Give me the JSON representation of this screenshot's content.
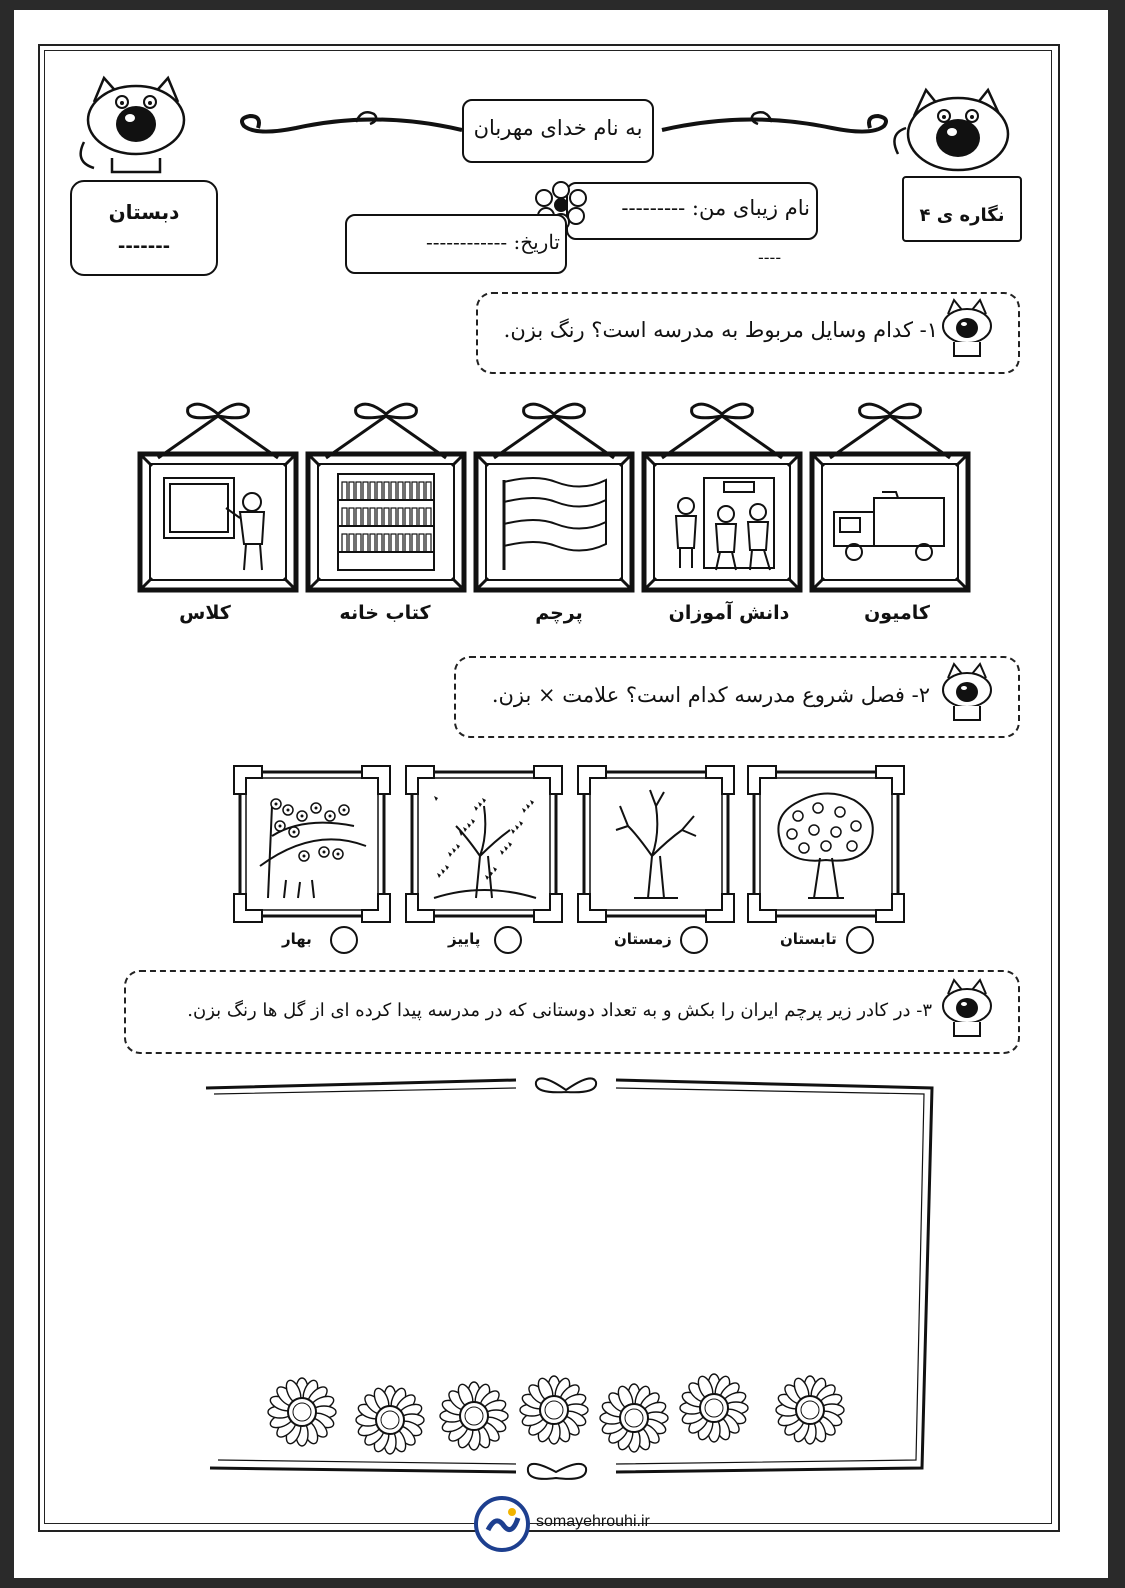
{
  "header": {
    "title": "به نام خدای مهربان",
    "school_label": "دبستان",
    "school_blank": "-------",
    "name_label": "نام زیبای من: ---------",
    "name_blank2": "----",
    "date_label": "تاریخ: ------------",
    "lesson_label": "نگاره ی ۴"
  },
  "question1": {
    "text": "۱- کدام وسایل مربوط به مدرسه است؟ رنگ بزن.",
    "items": [
      {
        "label": "کامیون",
        "icon": "truck-icon"
      },
      {
        "label": "دانش آموزان",
        "icon": "students-icon"
      },
      {
        "label": "پرچم",
        "icon": "flag-icon"
      },
      {
        "label": "کتاب خانه",
        "icon": "bookshelf-icon"
      },
      {
        "label": "کلاس",
        "icon": "teacher-board-icon"
      }
    ]
  },
  "question2": {
    "text": "۲- فصل شروع مدرسه کدام است؟ علامت × بزن.",
    "items": [
      {
        "label": "تابستان",
        "icon": "summer-tree-icon"
      },
      {
        "label": "زمستان",
        "icon": "winter-tree-icon"
      },
      {
        "label": "پاییز",
        "icon": "autumn-tree-icon"
      },
      {
        "label": "بهار",
        "icon": "spring-tree-icon"
      }
    ]
  },
  "question3": {
    "text": "۳- در کادر زیر پرچم ایران را بکش و به تعداد دوستانی که در مدرسه پیدا کرده ای از گل ها رنگ بزن."
  },
  "footer": {
    "website": "somayehrouhi.ir"
  }
}
